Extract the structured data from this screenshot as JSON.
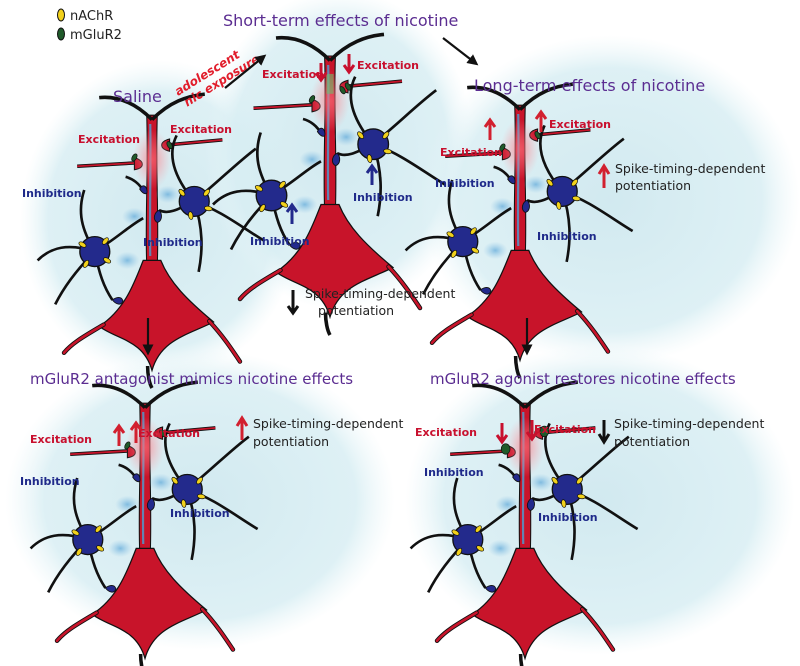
{
  "legend": {
    "items": [
      {
        "label": "nAChR",
        "color": "#f2d11b"
      },
      {
        "label": "mGluR2",
        "color": "#1f5a2a"
      }
    ]
  },
  "titles": {
    "saline": "Saline",
    "short_term": "Short-term effects of nicotine",
    "long_term": "Long-term effects of nicotine",
    "antagonist": "mGluR2 antagonist mimics nicotine effects",
    "agonist": "mGluR2 agonist restores nicotine effects"
  },
  "exposure_label": [
    "adolescent",
    "nic exposure"
  ],
  "labels": {
    "excitation": "Excitation",
    "inhibition": "Inhibition",
    "stdp_line1": "Spike-timing-dependent",
    "stdp_line2": "potentiation"
  },
  "colors": {
    "neuron": "#c8142a",
    "interneuron": "#232a8c",
    "blob": "#cfe8ef",
    "up_arrow": "#d2202f",
    "down_arrow": "#c8102e",
    "title": "#5b2d91"
  }
}
